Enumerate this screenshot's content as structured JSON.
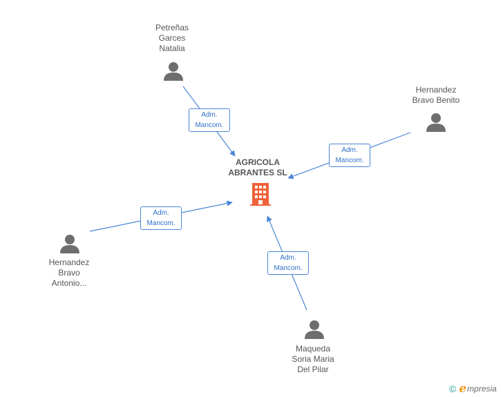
{
  "company": {
    "name": "AGRICOLA\nABRANTES SL",
    "icon": "building-icon",
    "color": "#f0623a"
  },
  "people": [
    {
      "id": "petrenas",
      "name": "Petreñas\nGarces\nNatalia",
      "role": "Adm.\nMancom."
    },
    {
      "id": "benito",
      "name": "Hernandez\nBravo Benito",
      "role": "Adm.\nMancom."
    },
    {
      "id": "antonio",
      "name": "Hernandez\nBravo\nAntonio...",
      "role": "Adm.\nMancom."
    },
    {
      "id": "maqueda",
      "name": "Maqueda\nSoria Maria\nDel Pilar",
      "role": "Adm.\nMancom."
    }
  ],
  "colors": {
    "edge": "#4a86d8",
    "person": "#6e6e6e",
    "label_text": "#2e6fc9"
  },
  "brand": {
    "copyright": "©",
    "e": "e",
    "rest": "mpresia"
  }
}
